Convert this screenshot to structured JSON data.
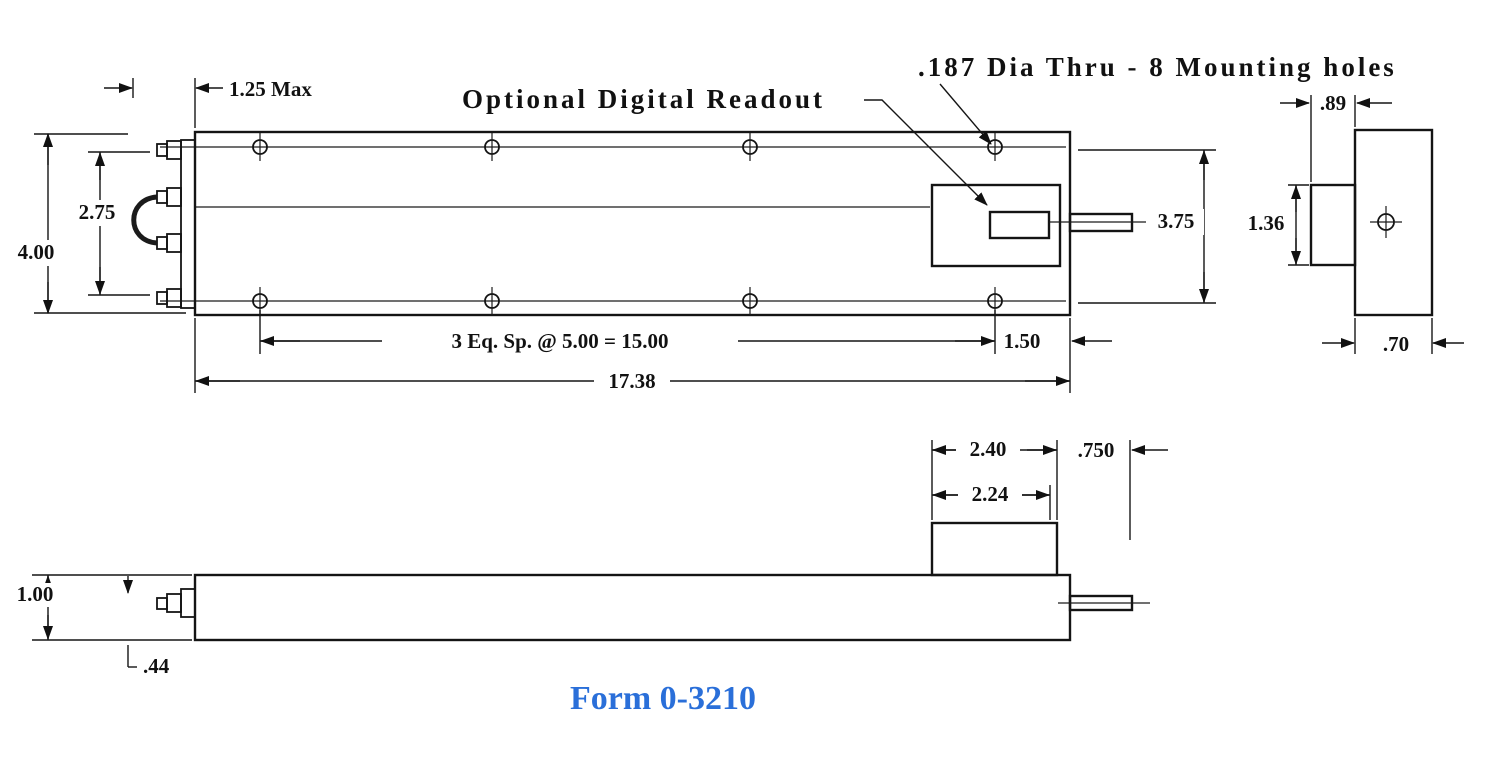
{
  "drawing": {
    "form_label": "Form 0-3210",
    "form_color": "#2a6fd9",
    "annotations": {
      "mounting_holes": ".187 Dia Thru - 8 Mounting holes",
      "readout": "Optional Digital Readout"
    },
    "top_view": {
      "overall_height": "4.00",
      "connector_span": "2.75",
      "left_protrusion": "1.25 Max",
      "hole_spacing": "3 Eq. Sp. @ 5.00 = 15.00",
      "end_hole_offset": "1.50",
      "overall_length": "17.38",
      "hole_row_span": "3.75"
    },
    "end_view": {
      "flange_depth": ".89",
      "flange_height": "1.36",
      "body_width": ".70"
    },
    "front_view": {
      "body_height": "1.00",
      "connector_drop": ".44",
      "housing_width": "2.40",
      "window_width": "2.24",
      "shaft_extension": ".750"
    }
  }
}
